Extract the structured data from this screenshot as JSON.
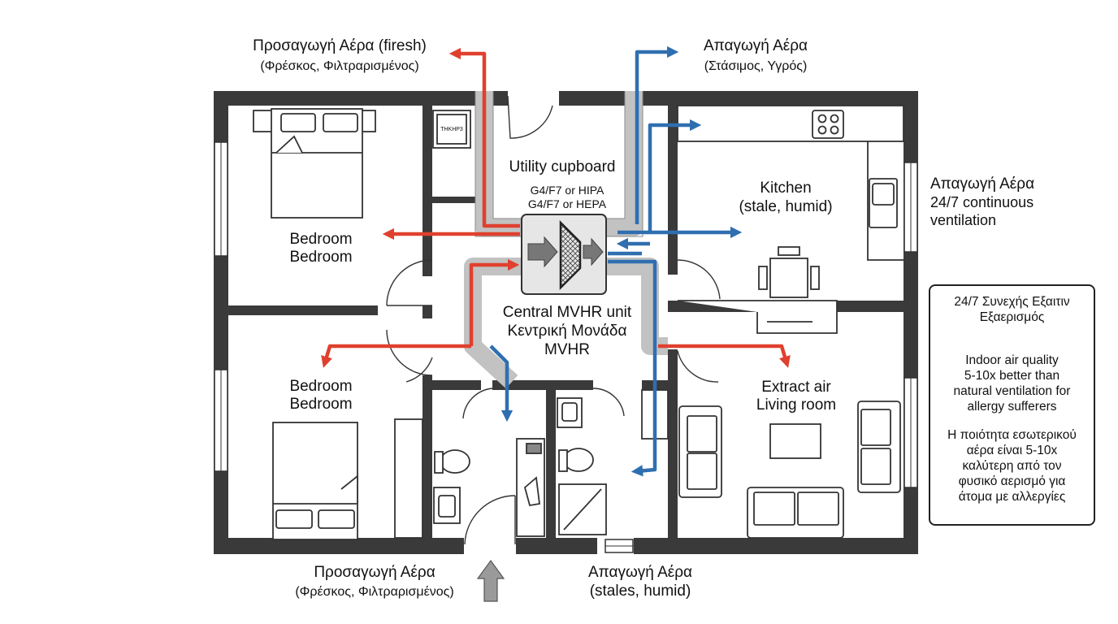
{
  "labels": {
    "supply_top_line1": "Προσαγωγή Αέρα (firesh)",
    "supply_top_line2": "(Φρέσκος, Φιλτραρισμένος)",
    "extract_top_line1": "Απαγωγή Αέρα",
    "extract_top_line2": "(Στάσιμος, Υγρός)",
    "extract_right_line1": "Απαγωγή Αέρα",
    "extract_right_line2": "24/7 continuous",
    "extract_right_line3": "ventilation",
    "utility": "Utility cupboard",
    "filter_line1": "G4/F7 or HIPA",
    "filter_line2": "G4/F7 or HEPA",
    "kitchen_line1": "Kitchen",
    "kitchen_line2": "(stale, humid)",
    "bedroom1_line1": "Bedroom",
    "bedroom1_line2": "Bedroom",
    "bedroom2_line1": "Bedroom",
    "bedroom2_line2": "Bedroom",
    "central_line1": "Central MVHR unit",
    "central_line2": "Κεντρική Μονάδα",
    "central_line3": "MVHR",
    "living_line1": "Extract air",
    "living_line2": "Living room",
    "supply_bottom_line1": "Προσαγωγή Αέρα",
    "supply_bottom_line2": "(Φρέσκος, Φιλτραρισμένος)",
    "extract_bottom_line1": "Απαγωγή Αέρα",
    "extract_bottom_line2": "(stales, humid)",
    "appliance": "THKHP3"
  },
  "info_box": {
    "title": "24/7 Συνεχής Εξαιτιν\nΕξαερισμός",
    "english": "Indoor air quality\n5-10x better than\nnatural ventilation for\nallergy sufferers",
    "greek": "Η ποιότητα εσωτερικού\nαέρα είναι 5-10x\nκαλύτερη από τον\nφυσικό αερισμό για\nάτομα με αλλεργίες"
  },
  "colors": {
    "supply": "#e0402e",
    "extract": "#2f6fb0",
    "duct": "#c2c2c2",
    "wall": "#3a3a3a",
    "furniture": "#333333"
  }
}
